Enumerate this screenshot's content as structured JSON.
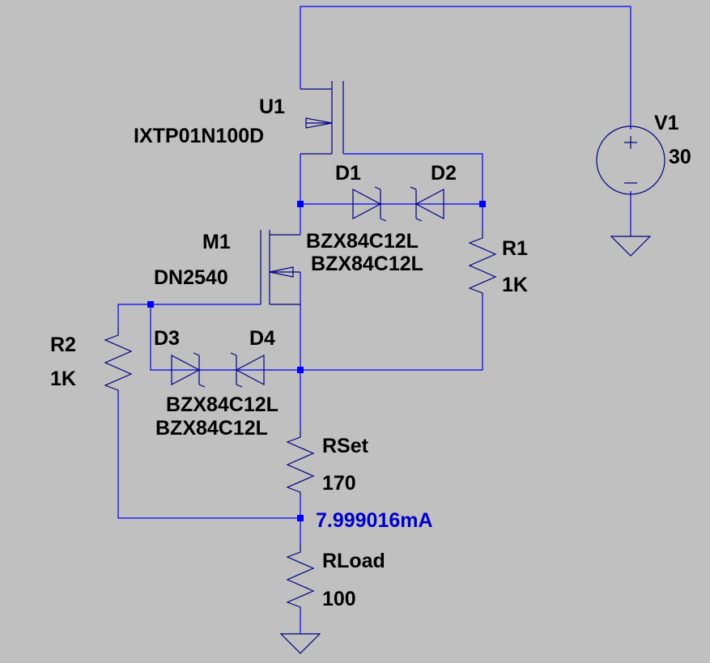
{
  "components": {
    "u1": {
      "ref": "U1",
      "value": "IXTP01N100D"
    },
    "m1": {
      "ref": "M1",
      "value": "DN2540"
    },
    "d1": {
      "ref": "D1",
      "value": "BZX84C12L"
    },
    "d2": {
      "ref": "D2",
      "value": "BZX84C12L"
    },
    "d3": {
      "ref": "D3",
      "value": "BZX84C12L"
    },
    "d4": {
      "ref": "D4",
      "value": "BZX84C12L"
    },
    "r1": {
      "ref": "R1",
      "value": "1K"
    },
    "r2": {
      "ref": "R2",
      "value": "1K"
    },
    "rset": {
      "ref": "RSet",
      "value": "170"
    },
    "rload": {
      "ref": "RLoad",
      "value": "100"
    },
    "v1": {
      "ref": "V1",
      "value": "30"
    }
  },
  "measurement": {
    "current": "7.999016mA"
  },
  "colors": {
    "background": "#c0c0c0",
    "wire": "#0000ff",
    "symbol": "#000080",
    "measurement": "#0000cc"
  }
}
